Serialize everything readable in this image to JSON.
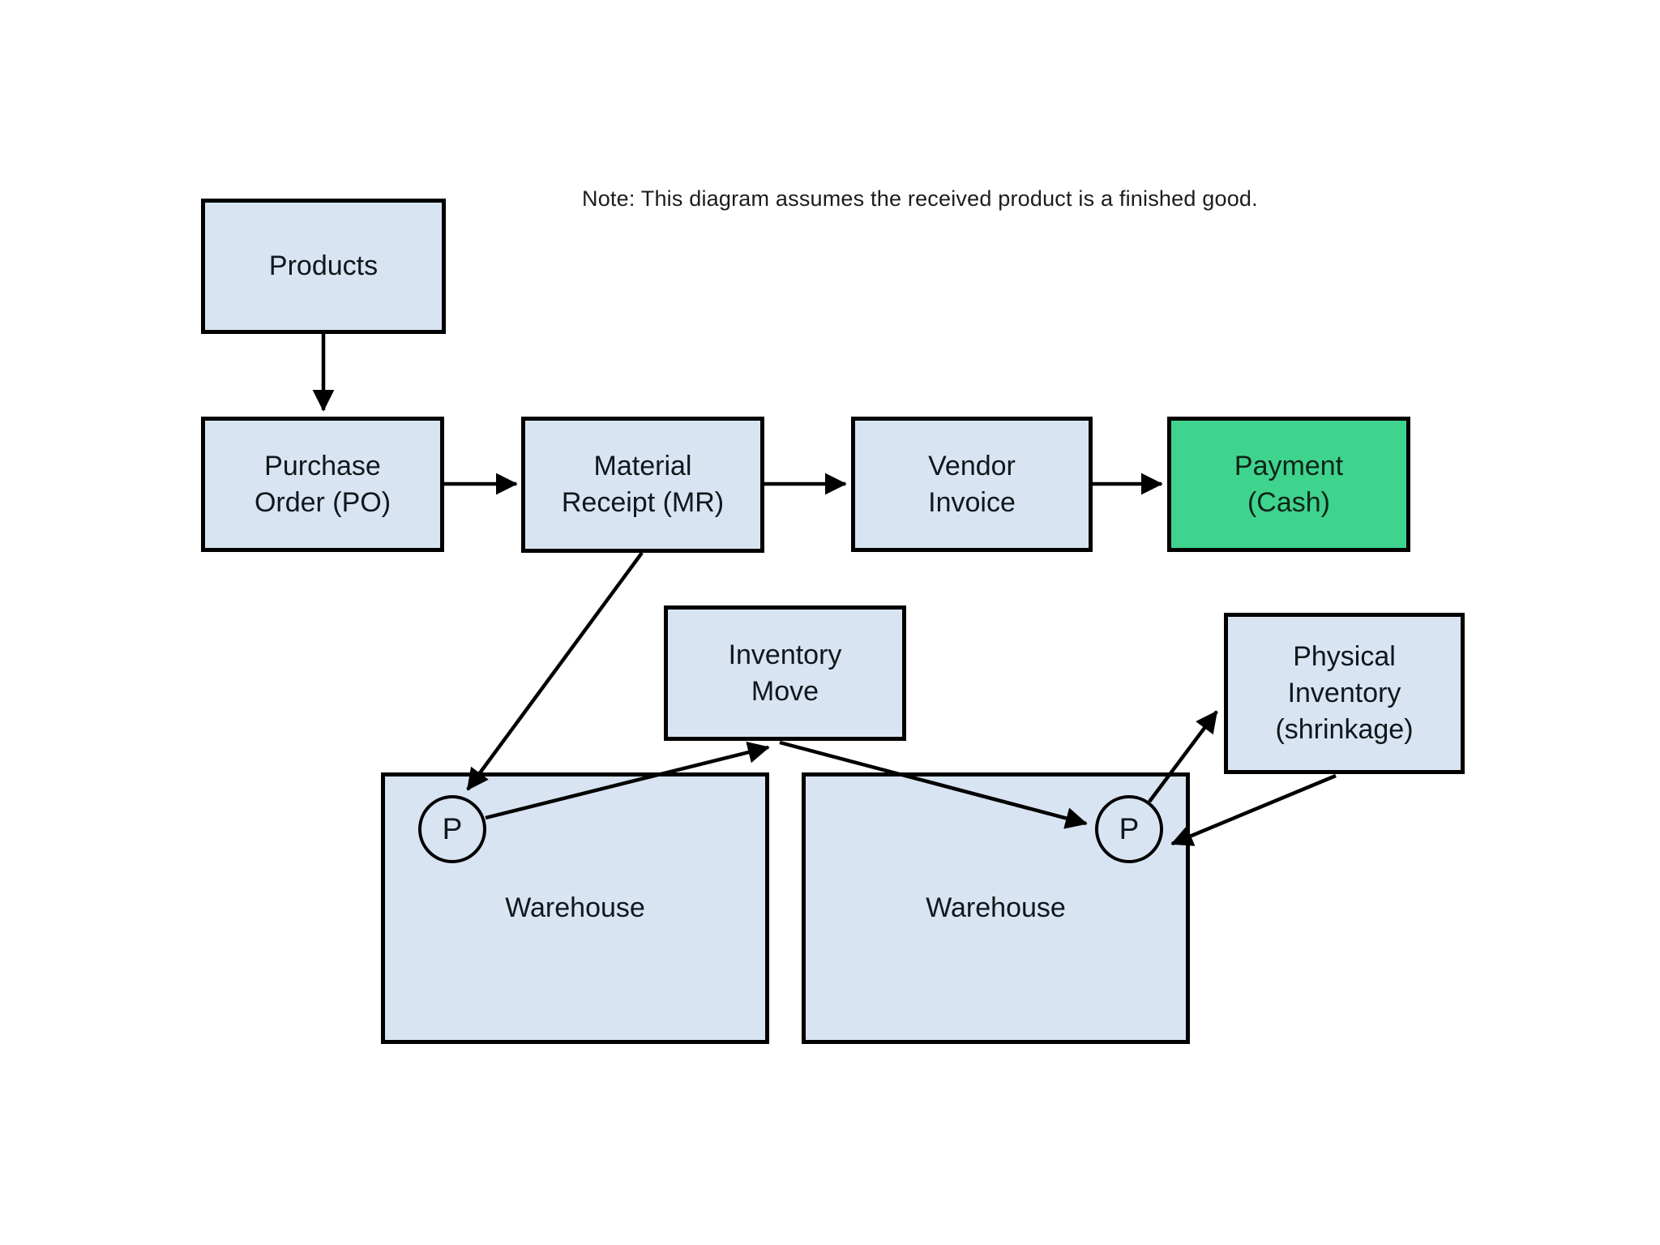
{
  "note": {
    "text": "Note: This diagram assumes the received product is a finished good."
  },
  "colors": {
    "node_fill": "#d8e4f2",
    "payment_fill": "#3fd48d",
    "stroke": "#000000",
    "background": "#ffffff"
  },
  "nodes": {
    "products": {
      "label": "Products"
    },
    "purchase_order": {
      "label": "Purchase\nOrder (PO)"
    },
    "material_receipt": {
      "label": "Material\nReceipt (MR)"
    },
    "vendor_invoice": {
      "label": "Vendor\nInvoice"
    },
    "payment": {
      "label": "Payment\n(Cash)"
    },
    "inventory_move": {
      "label": "Inventory\nMove"
    },
    "physical_inventory": {
      "label": "Physical\nInventory\n(shrinkage)"
    },
    "warehouse_left": {
      "label": "Warehouse"
    },
    "warehouse_right": {
      "label": "Warehouse"
    }
  },
  "markers": {
    "p_left": {
      "label": "P"
    },
    "p_right": {
      "label": "P"
    }
  },
  "edges": [
    "Products -> Purchase Order (PO)",
    "Purchase Order (PO) -> Material Receipt (MR)",
    "Material Receipt (MR) -> Vendor Invoice",
    "Vendor Invoice -> Payment (Cash)",
    "Material Receipt (MR) -> P (warehouse left)",
    "P (warehouse left) -> Inventory Move",
    "Inventory Move -> P (warehouse right)",
    "P (warehouse right) -> Physical Inventory (shrinkage)",
    "Physical Inventory (shrinkage) -> P (warehouse right)"
  ]
}
